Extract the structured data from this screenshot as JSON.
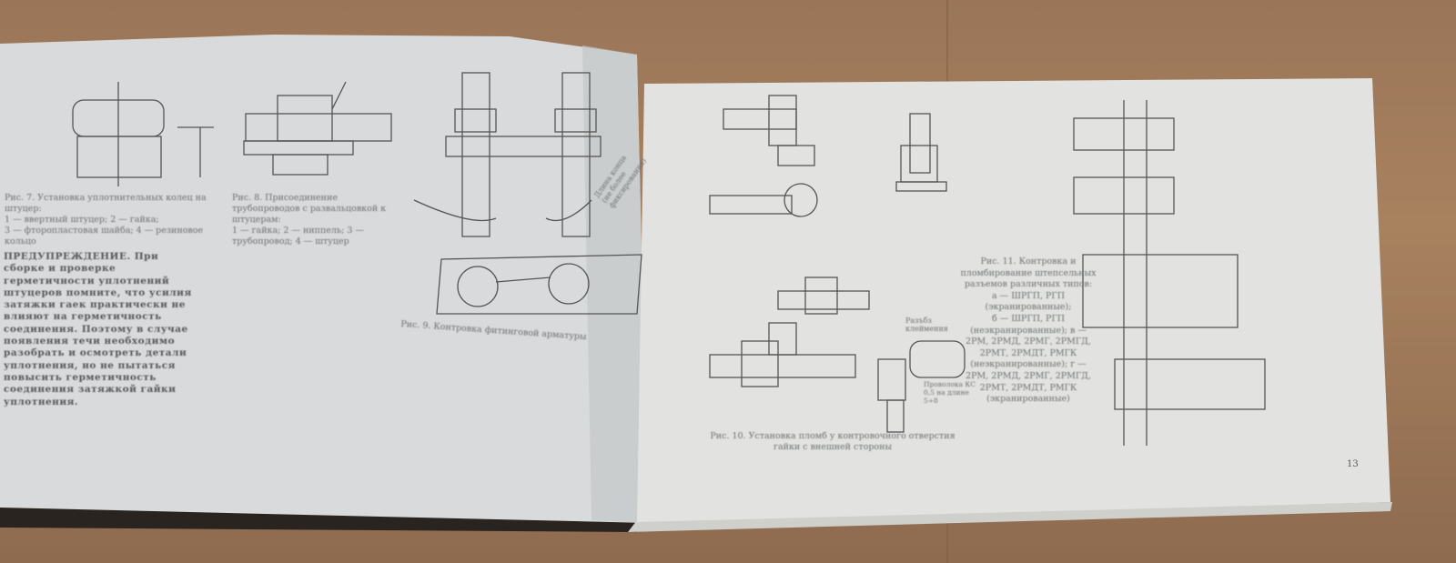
{
  "left_page": {
    "fig7_caption": "Рис. 7. Установка уплотнительных колец на штуцер:\n1 — ввертный штуцер; 2 — гайка;\n3 — фторопластовая шайба; 4 — резиновое кольцо",
    "fig8_caption": "Рис. 8. Присоединение трубопроводов с развальцовкой к штуцерам:\n1 — гайка; 2 — ниппель; 3 —\nтрубопровод; 4 — штуцер",
    "warning_text": "ПРЕДУПРЕЖДЕНИЕ. При сборке и проверке герметичности уплотнений штуцеров помните, что усилия затяжки гаек практически не влияют на герметичность соединения. Поэтому в случае появления течи необходимо разобрать и осмотреть детали уплотнения, но не пытаться повысить герметичность соединения затяжкой гайки уплотнения.",
    "fig9_caption": "Рис. 9. Контровка фитинговой арматуры",
    "fig9_label": "Длина конца (не более фиксирования)"
  },
  "right_page": {
    "fig10_caption": "Рис. 10. Установка пломб у контровочного отверстия\nгайки с внешней стороны",
    "fig10_label_top": "Разъбз клеймения",
    "fig10_label_bottom": "Проволока КС 0,5 на длине 5÷8",
    "fig11_caption": "Рис. 11. Контровка и пломбирование штепсельных разъемов различных типов:\nа — ШРГП, РГП (экранированные);\nб — ШРГП, РГП (неэкранированные); в — 2РМ, 2РМД, 2РМГ, 2РМГД, 2РМТ, 2РМДТ, РМГК (неэкранированные); г — 2РМ, 2РМД, 2РМГ, 2РМГД, 2РМТ, 2РМДТ, РМГК (экранированные)",
    "page_number": "13"
  }
}
